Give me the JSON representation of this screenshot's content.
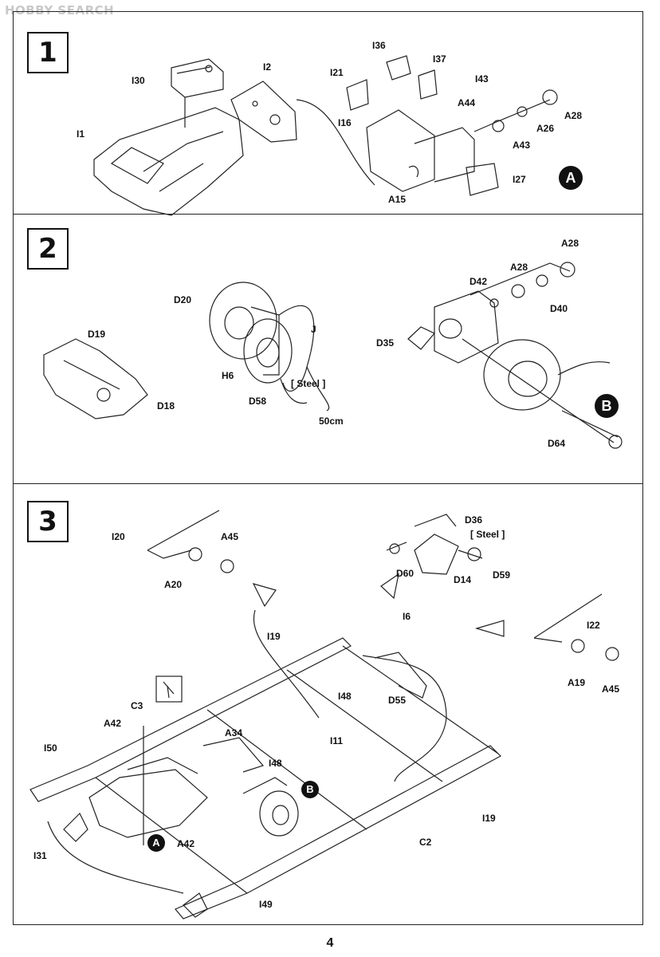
{
  "watermark": "HOBBY SEARCH",
  "page_number": "4",
  "steps": [
    {
      "number": "1",
      "labels": [
        "I30",
        "I2",
        "I1",
        "I36",
        "I37",
        "I21",
        "I43",
        "A44",
        "I16",
        "A28",
        "A26",
        "A43",
        "I27",
        "A15"
      ],
      "marker": "A"
    },
    {
      "number": "2",
      "labels": [
        "A28",
        "D42",
        "A28",
        "D20",
        "D40",
        "J",
        "D19",
        "D35",
        "H6",
        "[ Steel ]",
        "D58",
        "D18",
        "50cm",
        "D64"
      ],
      "marker": "B"
    },
    {
      "number": "3",
      "labels": [
        "D36",
        "I20",
        "A45",
        "[ Steel ]",
        "D60",
        "D14",
        "D59",
        "A20",
        "I6",
        "I22",
        "I19",
        "A19",
        "A45",
        "I48",
        "D55",
        "C3",
        "A42",
        "A34",
        "I11",
        "I50",
        "I48",
        "I19",
        "C2",
        "A42",
        "I31",
        "I49"
      ],
      "markers": [
        "B",
        "A"
      ]
    }
  ]
}
